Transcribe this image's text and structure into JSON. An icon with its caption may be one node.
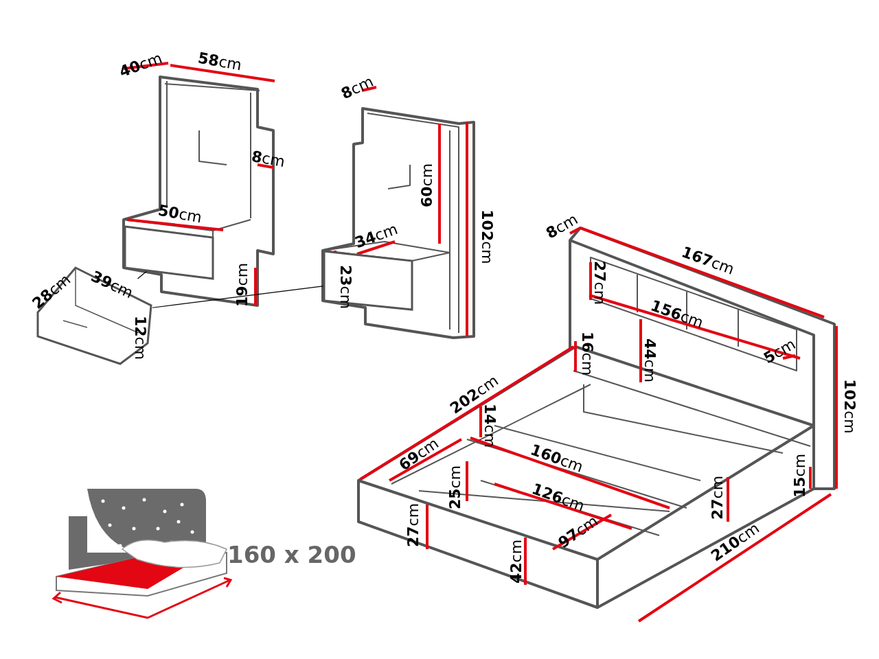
{
  "diagram": {
    "nodes": [
      {
        "text": [],
        "shape": "picture"
      },
      {
        "text": [],
        "shape": "box"
      },
      {
        "text": [],
        "shape": "box"
      }
    ],
    "edges": [
      {
        "from": 0,
        "to": 1,
        "arrow": "none"
      },
      {
        "from": 0,
        "to": 2,
        "arrow": "none"
      }
    ],
    "labels": [
      "**40**cm",
      "**58**cm",
      "**8**cm",
      "**8**cm",
      "**60**cm",
      "**50**cm",
      "**102**cm",
      "**8**cm",
      "**167**cm",
      "**34**cm",
      "**28**cm",
      "**39**cm",
      "**27**cm",
      "**23**cm",
      "**19**cm",
      "**156**cm",
      "**12**cm",
      "**16**cm",
      "**44**cm",
      "**5**cm",
      "**102**cm",
      "**202**cm",
      "**14**cm",
      "**160**cm",
      "**69**cm",
      "**25**cm",
      "**126**cm",
      "**27**cm",
      "**15**cm",
      "**27**cm",
      "**97**cm",
      "**42**cm",
      "**210**cm",
      "160 x 200"
    ]
  }
}
